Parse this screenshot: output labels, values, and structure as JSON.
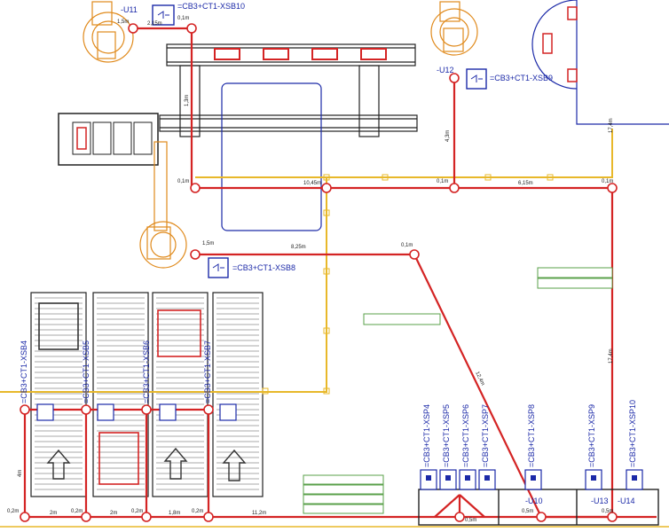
{
  "colors": {
    "cable_red": "#d42424",
    "cable_yellow": "#e8b82a",
    "device_blue": "#1c2aa8",
    "robot_orange": "#e08a1c",
    "green_tag": "#5aa04a",
    "equipment_black": "#222222"
  },
  "switch_boxes": {
    "xsb10": "=CB3+CT1-XSB10",
    "xsb9": "=CB3+CT1-XSB9",
    "xsb8": "=CB3+CT1-XSB8"
  },
  "robot_labels": {
    "u11": "-U11",
    "u12": "-U12"
  },
  "vertical_tags": {
    "xsb4": "=CB3+CT1-XSB4",
    "xsb5": "=CB3+CT1-XSB5",
    "xsb6": "=CB3+CT1-XSB6",
    "xsb7": "=CB3+CT1-XSB7"
  },
  "panel_tags": {
    "xsp4": "=CB3+CT1-XSP4",
    "xsp5": "=CB3+CT1-XSP5",
    "xsp6": "=CB3+CT1-XSP6",
    "xsp7": "=CB3+CT1-XSP7",
    "xsp8": "=CB3+CT1-XSP8",
    "xsp9": "=CB3+CT1-XSP9",
    "xsp10": "=CB3+CT1-XSP10"
  },
  "unit_labels": {
    "u10": "-U10",
    "u13": "-U13",
    "u14": "-U14"
  },
  "distance_labels": {
    "top_a": "1,5m",
    "top_b": "2,15m",
    "top_c": "0,1m",
    "vert_a": "1,3m",
    "mid_a": "0,1m",
    "mid_b": "10,45m",
    "mid_c": "0,1m",
    "mid_d": "6,15m",
    "mid_e": "0,1m",
    "right_v1": "4,3m",
    "right_v2": "17,4m",
    "lower_a": "1,5m",
    "lower_b": "8,25m",
    "lower_c": "0,1m",
    "diag": "12,4m",
    "right_v3": "17,4m",
    "left_v": "4m",
    "b_0": "0,2m",
    "b_1": "2m",
    "b_2": "0,2m",
    "b_3": "2m",
    "b_4": "0,2m",
    "b_5": "1,8m",
    "b_6": "0,2m",
    "b_7": "11,2m",
    "b_8": "0,5m",
    "b_9": "0,5m",
    "b_10": "0,5m"
  }
}
